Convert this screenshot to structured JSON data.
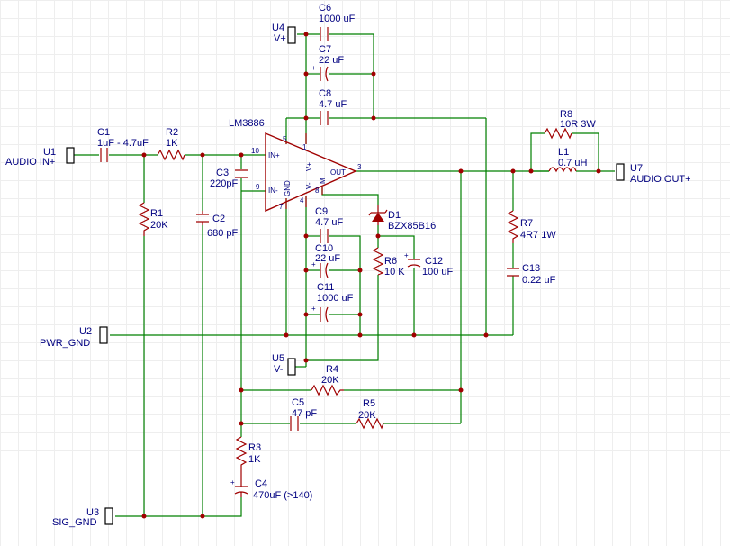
{
  "colors": {
    "wire": "#008000",
    "component": "#a00000",
    "text": "#000080",
    "grid": "#eeeeee",
    "background": "#ffffff"
  },
  "ports": {
    "u1": {
      "ref": "U1",
      "label": "AUDIO IN+"
    },
    "u2": {
      "ref": "U2",
      "label": "PWR_GND"
    },
    "u3": {
      "ref": "U3",
      "label": "SIG_GND"
    },
    "u4": {
      "ref": "U4",
      "label": "V+"
    },
    "u5": {
      "ref": "U5",
      "label": "V-"
    },
    "u7": {
      "ref": "U7",
      "label": "AUDIO OUT+"
    }
  },
  "components": {
    "c1": {
      "ref": "C1",
      "value": "1uF - 4.7uF"
    },
    "r2": {
      "ref": "R2",
      "value": "1K"
    },
    "r1": {
      "ref": "R1",
      "value": "20K"
    },
    "c2": {
      "ref": "C2",
      "value": "680 pF"
    },
    "c3": {
      "ref": "C3",
      "value": "220pF"
    },
    "c6": {
      "ref": "C6",
      "value": "1000 uF"
    },
    "c7": {
      "ref": "C7",
      "value": "22 uF"
    },
    "c8": {
      "ref": "C8",
      "value": "4.7 uF"
    },
    "c9": {
      "ref": "C9",
      "value": "4.7 uF"
    },
    "c10": {
      "ref": "C10",
      "value": "22 uF"
    },
    "c11": {
      "ref": "C11",
      "value": "1000 uF"
    },
    "d1": {
      "ref": "D1",
      "value": "BZX85B16"
    },
    "r6": {
      "ref": "R6",
      "value": "10 K"
    },
    "c12": {
      "ref": "C12",
      "value": "100 uF"
    },
    "r8": {
      "ref": "R8",
      "value": "10R 3W"
    },
    "l1": {
      "ref": "L1",
      "value": "0.7 uH"
    },
    "r7": {
      "ref": "R7",
      "value": "4R7 1W"
    },
    "c13": {
      "ref": "C13",
      "value": "0.22 uF"
    },
    "r4": {
      "ref": "R4",
      "value": "20K"
    },
    "c5": {
      "ref": "C5",
      "value": "47 pF"
    },
    "r5": {
      "ref": "R5",
      "value": "20K"
    },
    "r3": {
      "ref": "R3",
      "value": "1K"
    },
    "c4": {
      "ref": "C4",
      "value": "470uF (>140)"
    }
  },
  "ic": {
    "name": "LM3886",
    "pins": {
      "p10": "10",
      "p9": "9",
      "p7": "7",
      "p5": "5",
      "p1": "1",
      "p4": "4",
      "p8": "8",
      "p3": "3",
      "in_plus": "IN+",
      "in_minus": "IN-",
      "gnd": "GND",
      "vplus": "V+",
      "vminus": "V-",
      "mute": "M",
      "out": "OUT"
    }
  }
}
